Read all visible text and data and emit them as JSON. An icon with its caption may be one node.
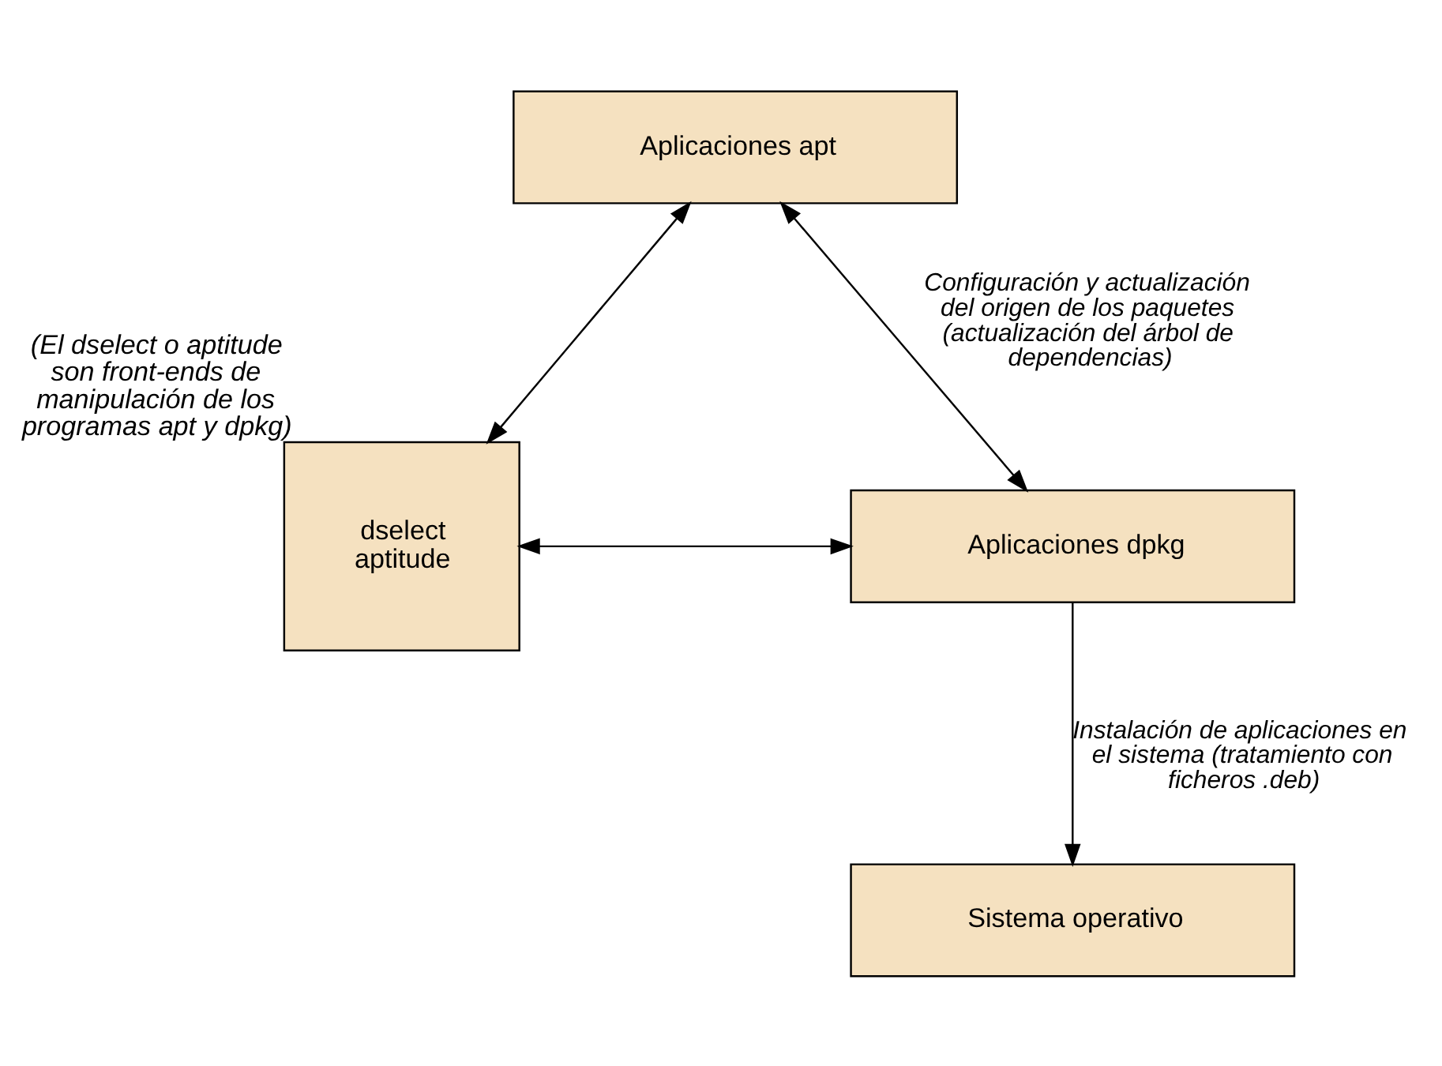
{
  "diagram": {
    "nodes": [
      {
        "text": [
          "Aplicaciones apt"
        ]
      },
      {
        "text": [
          "Aplicaciones dpkg"
        ]
      },
      {
        "text": [
          "dselect",
          "aptitude"
        ],
        "beside": [
          "(El dselect o aptitude son front-ends de manipulación de los programas apt y dpkg)"
        ]
      },
      {
        "text": [
          "Sistema operativo"
        ]
      }
    ],
    "edges": [
      {
        "from": 0,
        "to": 1,
        "arrow": "both",
        "label": "Configuración y actualización del origen de los paquetes (actualización del árbol de dependencias)"
      },
      {
        "from": 2,
        "to": 0,
        "arrow": "both"
      },
      {
        "from": 2,
        "to": 1,
        "arrow": "both"
      },
      {
        "from": 1,
        "to": 3,
        "arrow": "to",
        "label": "Instalación de aplicaciones en el sistema (tratamiento con ficheros .deb)"
      }
    ]
  }
}
